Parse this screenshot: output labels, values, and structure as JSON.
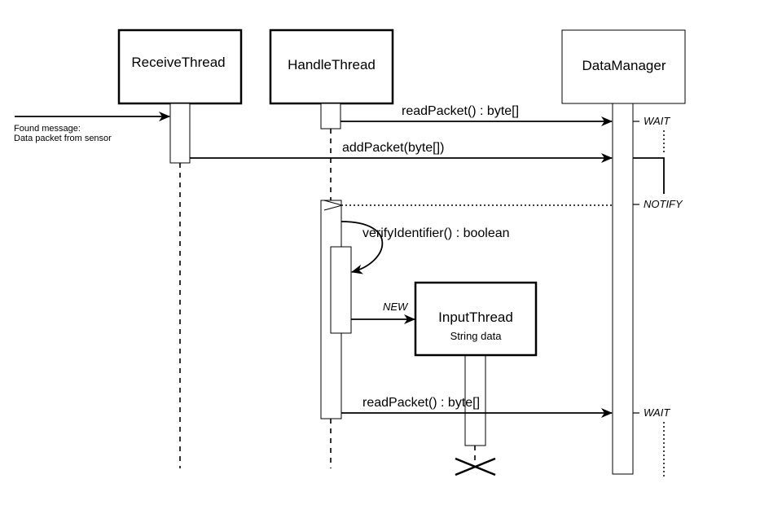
{
  "participants": {
    "receive": "ReceiveThread",
    "handle": "HandleThread",
    "manager": "DataManager",
    "input": "InputThread",
    "input_sub": "String data"
  },
  "found_message": {
    "line1": "Found message:",
    "line2": "Data packet from sensor"
  },
  "messages": {
    "read1": "readPacket() : byte[]",
    "add": "addPacket(byte[])",
    "verify": "verifyIdentifier() : boolean",
    "new": "NEW",
    "read2": "readPacket() : byte[]"
  },
  "states": {
    "wait1": "WAIT",
    "notify": "NOTIFY",
    "wait2": "WAIT"
  }
}
